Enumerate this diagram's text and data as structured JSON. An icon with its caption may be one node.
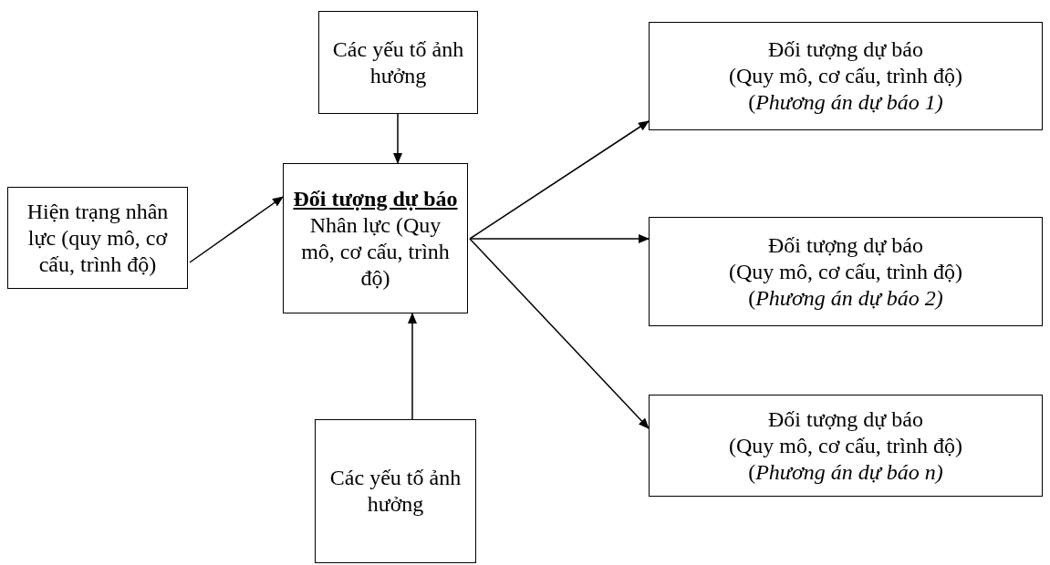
{
  "diagram": {
    "nodes": [
      {
        "text": [
          "Các yếu tố ảnh hưởng"
        ]
      },
      {
        "text": [
          "Hiện trạng nhân lực (quy mô, cơ cấu, trình độ)"
        ]
      },
      {
        "text": [
          "Đối tượng dự báo",
          "Nhân lực (Quy mô, cơ cấu, trình độ)"
        ]
      },
      {
        "text": [
          "Các yếu tố ảnh hưởng"
        ]
      },
      {
        "text": [
          "Đối tượng dự báo",
          "(Quy mô, cơ cấu, trình độ)",
          "(*Phương án dự báo 1)*"
        ]
      },
      {
        "text": [
          "Đối tượng dự báo",
          "(Quy mô, cơ cấu, trình độ)",
          "(*Phương án dự báo 2)*"
        ]
      },
      {
        "text": [
          "Đối tượng dự báo",
          "(Quy mô, cơ cấu, trình độ)",
          "(*Phương án dự báo n)*"
        ]
      }
    ],
    "edges": [
      {
        "from": 0,
        "to": 2,
        "arrow": "to"
      },
      {
        "from": 1,
        "to": 2,
        "arrow": "to"
      },
      {
        "from": 3,
        "to": 2,
        "arrow": "to"
      },
      {
        "from": 2,
        "to": 4,
        "arrow": "to"
      },
      {
        "from": 2,
        "to": 5,
        "arrow": "to"
      },
      {
        "from": 2,
        "to": 6,
        "arrow": "to"
      }
    ]
  }
}
